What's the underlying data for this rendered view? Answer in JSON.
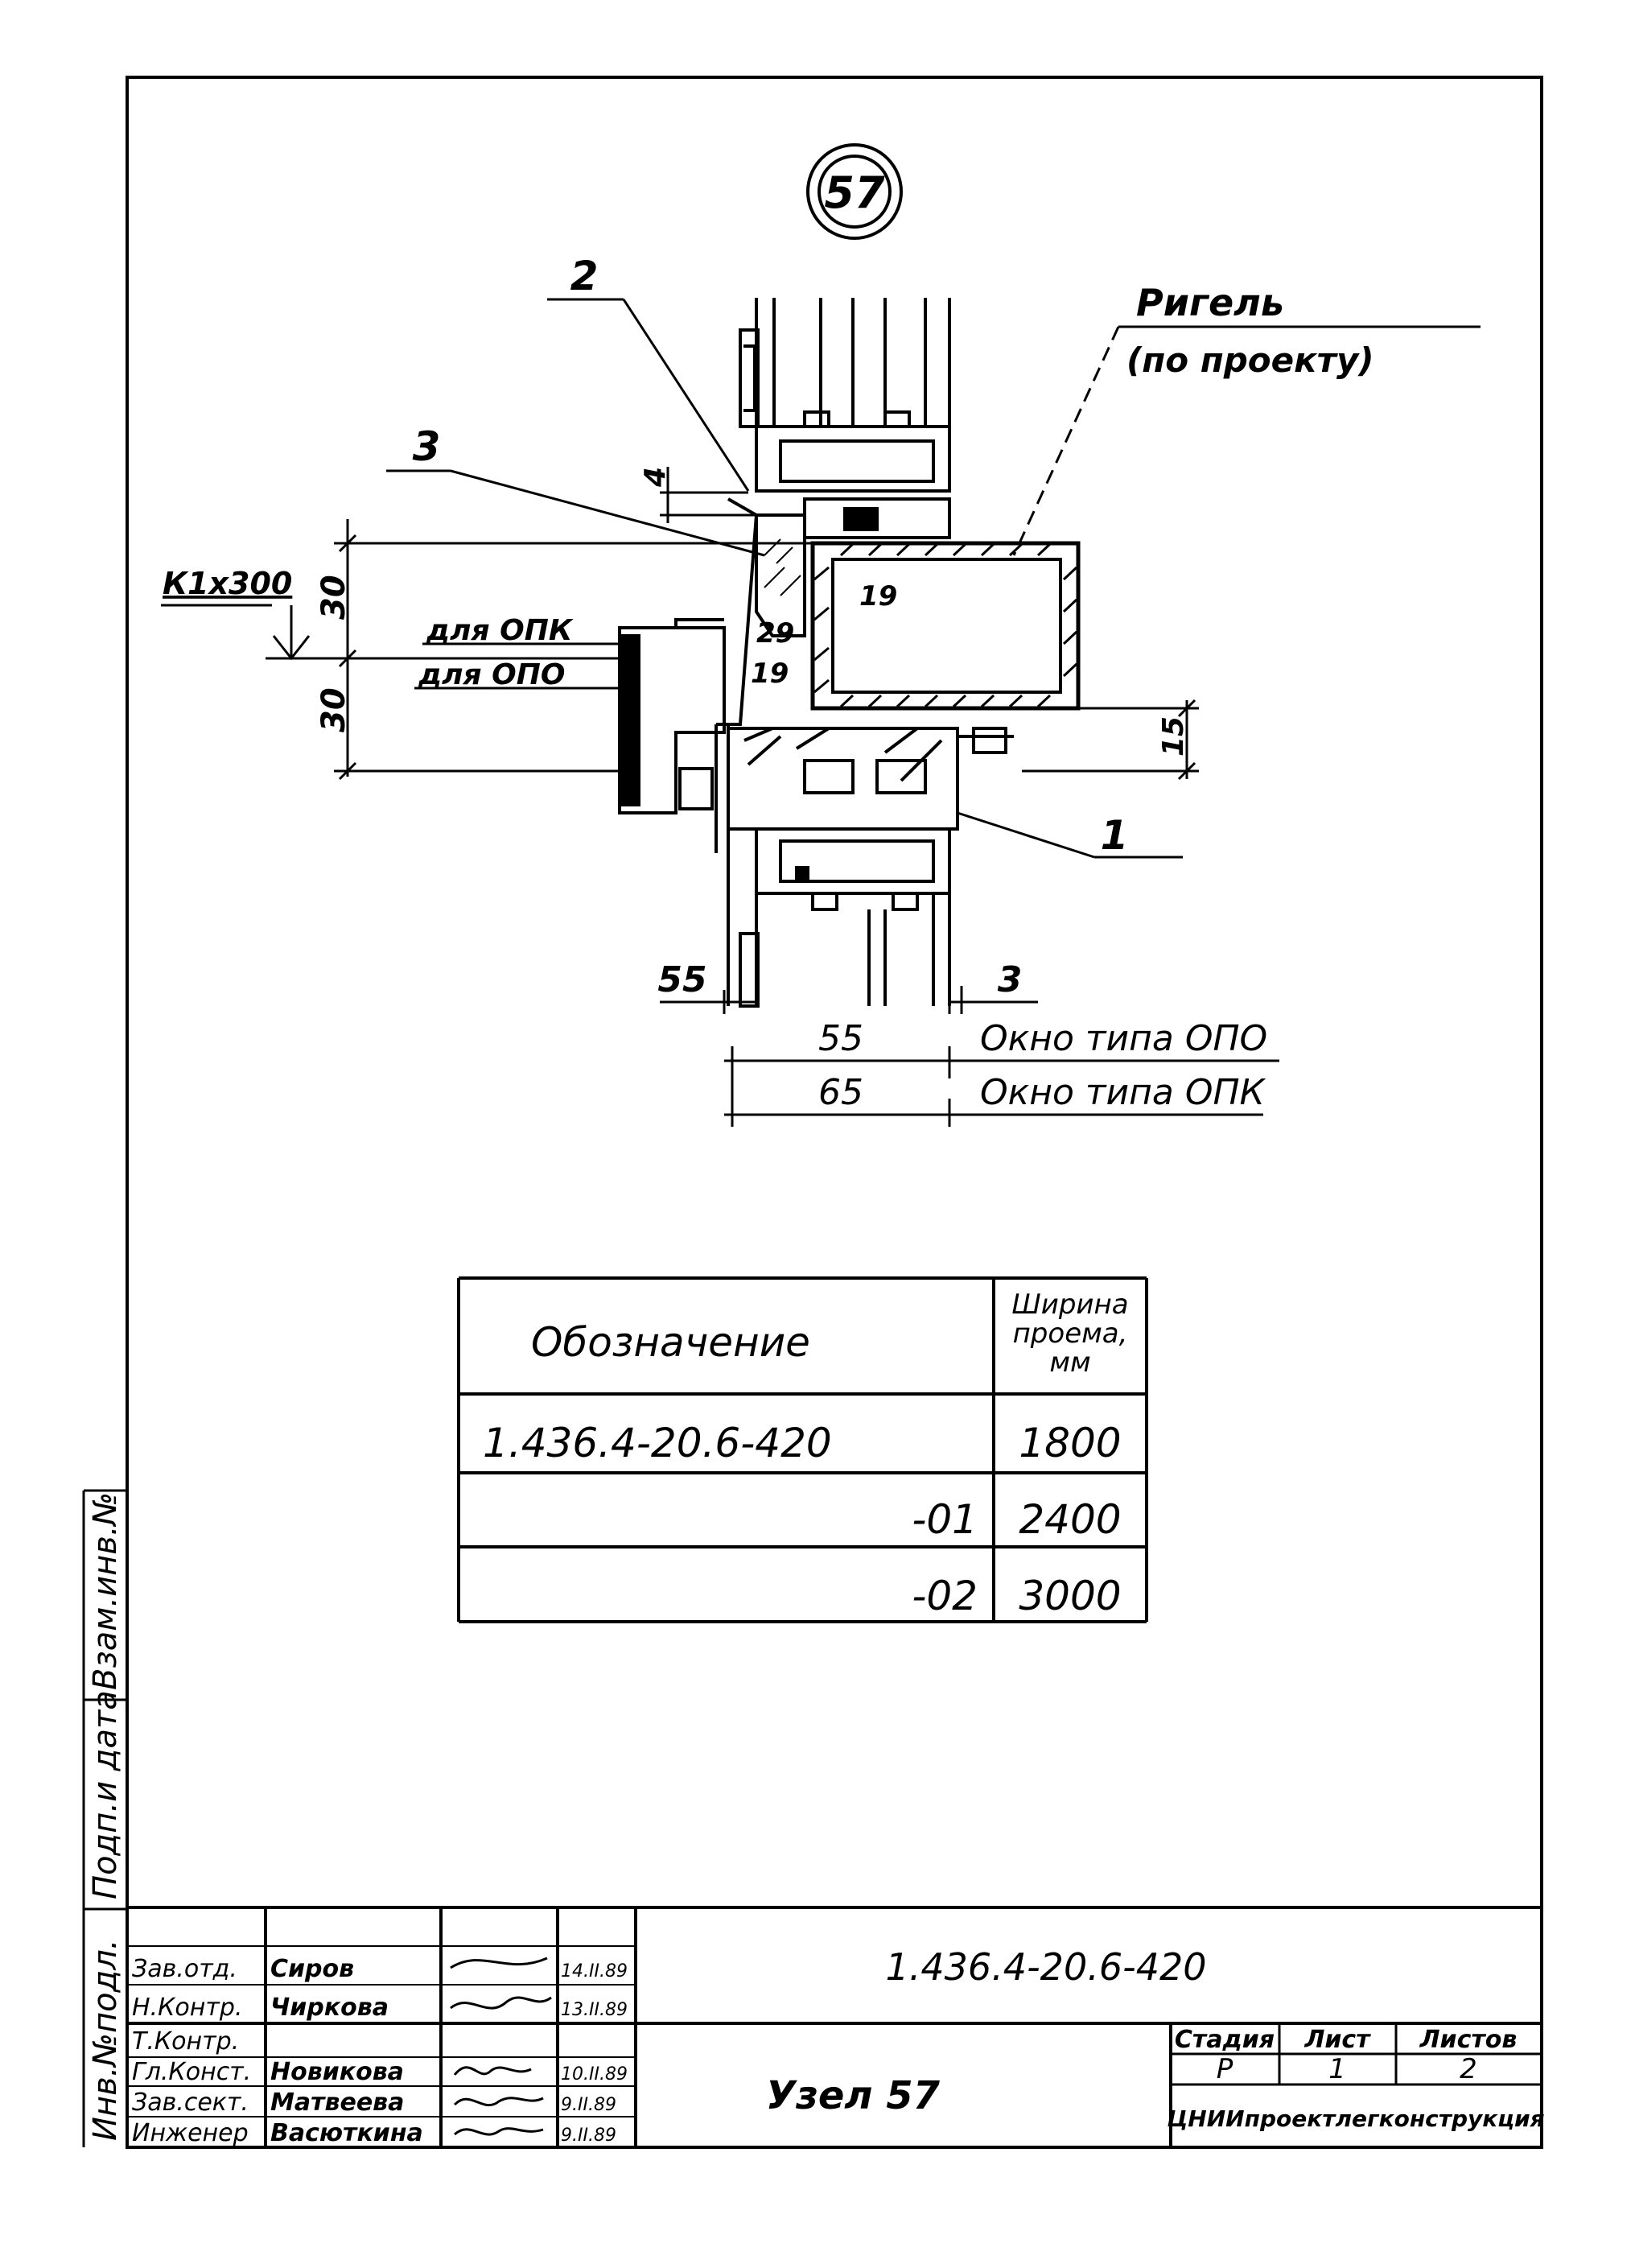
{
  "drawing": {
    "node_number": "57",
    "callouts": {
      "c1": "1",
      "c2": "2",
      "c3": "3"
    },
    "rigel_label": "Ригель",
    "rigel_note": "(по проекту)",
    "section_mark": "К1х300",
    "label_opk": "для ОПК",
    "label_opo": "для ОПО",
    "dimensions": {
      "d30_top": "30",
      "d30_bottom": "30",
      "d4": "4",
      "d29": "29",
      "d19_a": "19",
      "d19_b": "19",
      "d15": "15",
      "d55": "55",
      "d3": "3",
      "d55_row": "55",
      "d65_row": "65"
    },
    "window_opo": "Окно типа ОПО",
    "window_opk": "Окно типа ОПК"
  },
  "spec_table": {
    "header_designation": "Обозначение",
    "header_width_l1": "Ширина",
    "header_width_l2": "проема,",
    "header_width_l3": "мм",
    "rows": [
      {
        "designation": "1.436.4-20.6-420",
        "width": "1800"
      },
      {
        "designation": "-01",
        "width": "2400"
      },
      {
        "designation": "-02",
        "width": "3000"
      }
    ]
  },
  "side_stamp": {
    "inv_podl": "Инв.№подл.",
    "podp_data": "Подп.и дата",
    "vzam_inv": "Взам.инв.№"
  },
  "title_block": {
    "doc_code": "1.436.4-20.6-420",
    "title": "Узел 57",
    "stage_header": "Стадия",
    "sheet_header": "Лист",
    "sheets_header": "Листов",
    "stage": "Р",
    "sheet": "1",
    "sheets": "2",
    "organization": "ЦНИИпроектлегконструкция",
    "signers": [
      {
        "role": "Зав.отд.",
        "name": "Сиров",
        "date": "14.II.89"
      },
      {
        "role": "Н.Контр.",
        "name": "Чиркова",
        "date": "13.II.89"
      },
      {
        "role": "Т.Контр.",
        "name": "",
        "date": ""
      },
      {
        "role": "Гл.Конст.",
        "name": "Новикова",
        "date": "10.II.89"
      },
      {
        "role": "Зав.сект.",
        "name": "Матвеева",
        "date": "9.II.89"
      },
      {
        "role": "Инженер",
        "name": "Васюткина",
        "date": "9.II.89"
      }
    ]
  }
}
